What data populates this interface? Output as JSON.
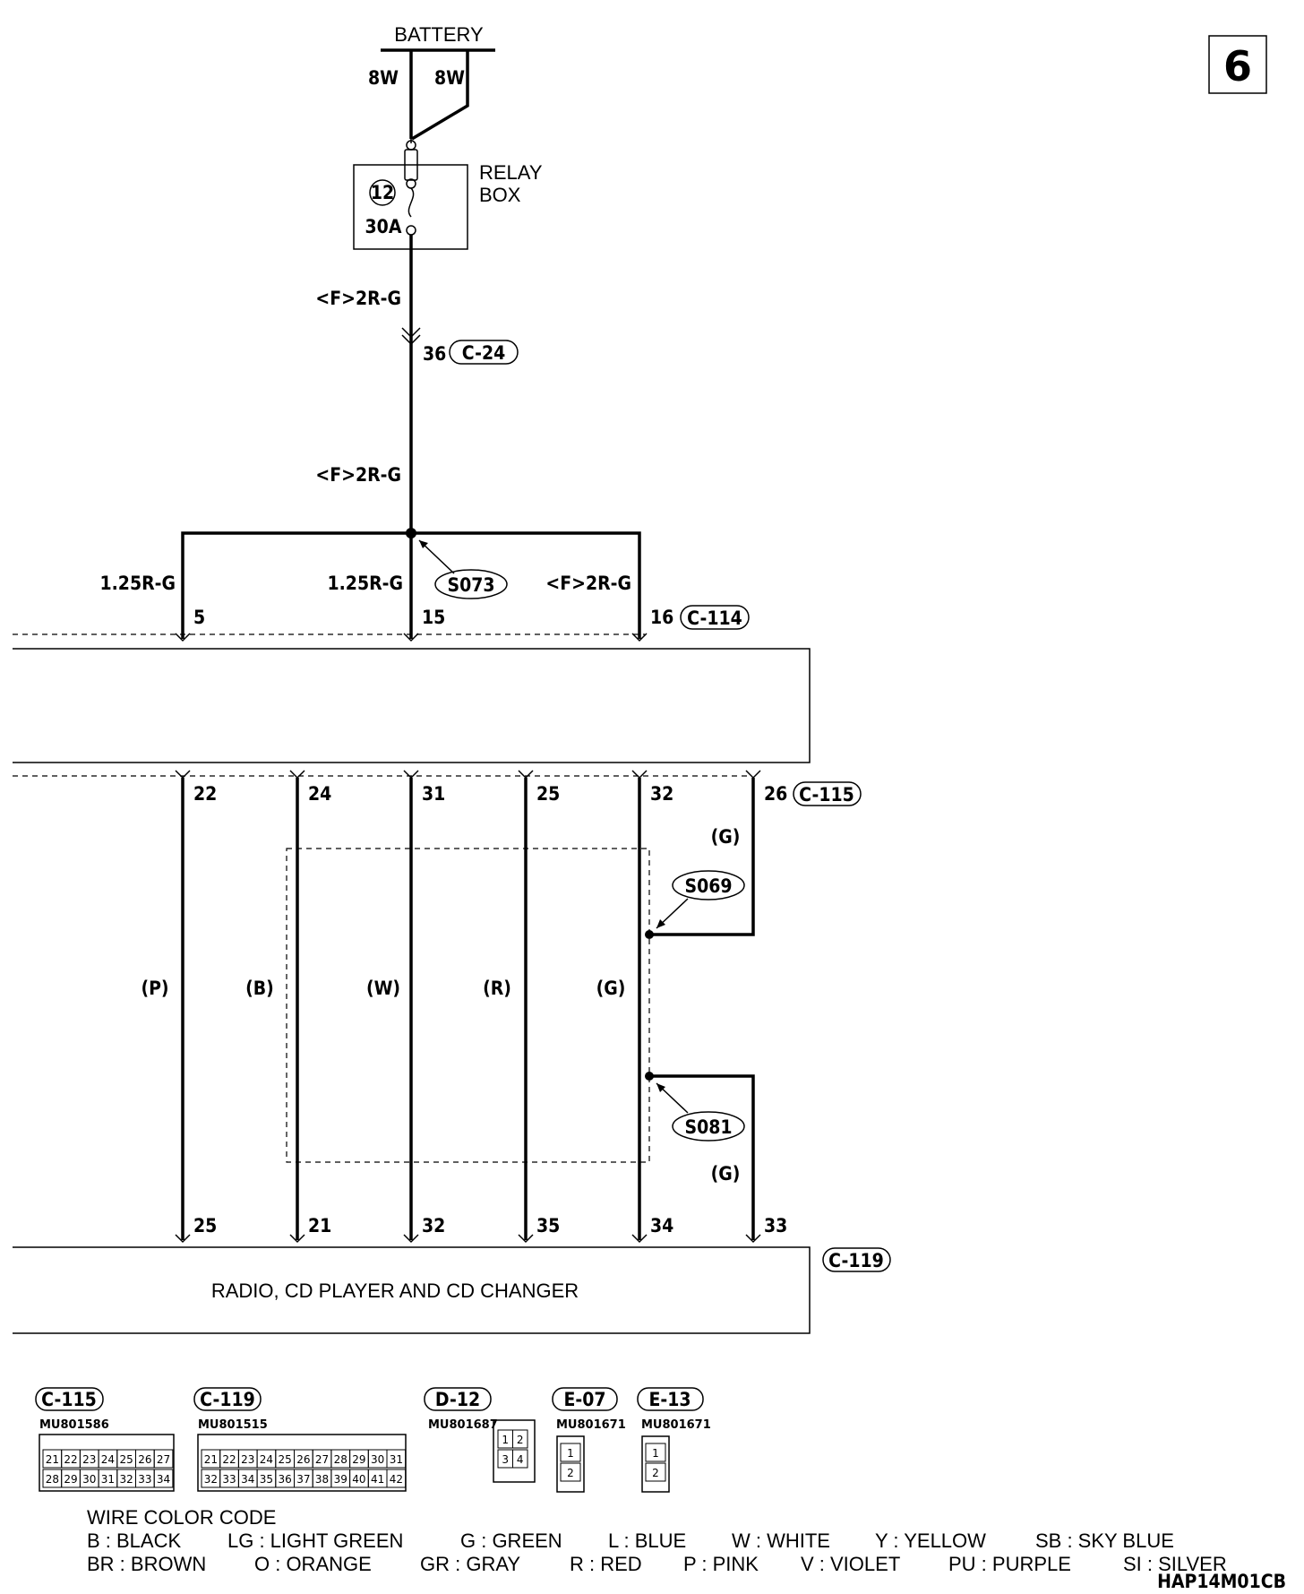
{
  "page_number": "6",
  "battery": {
    "label": "BATTERY",
    "left_wire": "8W",
    "right_wire": "8W"
  },
  "relay_box": {
    "label_line1": "RELAY",
    "label_line2": "BOX",
    "fuse_number": "12",
    "fuse_rating": "30A"
  },
  "wires": {
    "relay_to_c24": "<F>2R-G",
    "c24_to_splice": "<F>2R-G",
    "branch_left": "1.25R-G",
    "branch_center": "1.25R-G",
    "branch_right": "<F>2R-G"
  },
  "connectors": {
    "c24": {
      "id": "C-24",
      "pin": "36"
    },
    "c114": {
      "id": "C-114",
      "pins": [
        "5",
        "15",
        "16"
      ]
    },
    "c115": {
      "id": "C-115",
      "pins": [
        "22",
        "24",
        "31",
        "25",
        "32",
        "26"
      ]
    },
    "c119": {
      "id": "C-119",
      "pins": [
        "25",
        "21",
        "32",
        "35",
        "34",
        "33"
      ]
    }
  },
  "splices": {
    "s073": "S073",
    "s069": "S069",
    "s081": "S081"
  },
  "wire_colors": {
    "w1": "(P)",
    "w2": "(B)",
    "w3": "(W)",
    "w4": "(R)",
    "w5": "(G)",
    "w6_upper": "(G)",
    "w6_lower": "(G)"
  },
  "component": {
    "name": "RADIO, CD PLAYER AND CD CHANGER"
  },
  "connector_views": [
    {
      "id": "C-115",
      "part": "MU801586",
      "row1": [
        "21",
        "22",
        "23",
        "24",
        "25",
        "26",
        "27"
      ],
      "row2": [
        "28",
        "29",
        "30",
        "31",
        "32",
        "33",
        "34"
      ]
    },
    {
      "id": "C-119",
      "part": "MU801515",
      "row1": [
        "21",
        "22",
        "23",
        "24",
        "25",
        "26",
        "27",
        "28",
        "29",
        "30",
        "31"
      ],
      "row2": [
        "32",
        "33",
        "34",
        "35",
        "36",
        "37",
        "38",
        "39",
        "40",
        "41",
        "42"
      ]
    },
    {
      "id": "D-12",
      "part": "MU801687",
      "row1": [
        "1",
        "2"
      ],
      "row2": [
        "3",
        "4"
      ]
    },
    {
      "id": "E-07",
      "part": "MU801671",
      "row1": [
        "1"
      ],
      "row2": [
        "2"
      ]
    },
    {
      "id": "E-13",
      "part": "MU801671",
      "row1": [
        "1"
      ],
      "row2": [
        "2"
      ]
    }
  ],
  "legend": {
    "title": "WIRE COLOR CODE",
    "line1": [
      "B : BLACK",
      "LG : LIGHT GREEN",
      "G : GREEN",
      "L : BLUE",
      "W : WHITE",
      "Y : YELLOW",
      "SB : SKY BLUE"
    ],
    "line2": [
      "BR : BROWN",
      "O : ORANGE",
      "GR : GRAY",
      "R : RED",
      "P : PINK",
      "V : VIOLET",
      "PU : PURPLE",
      "SI : SILVER"
    ]
  },
  "figure_code": "HAP14M01CB"
}
